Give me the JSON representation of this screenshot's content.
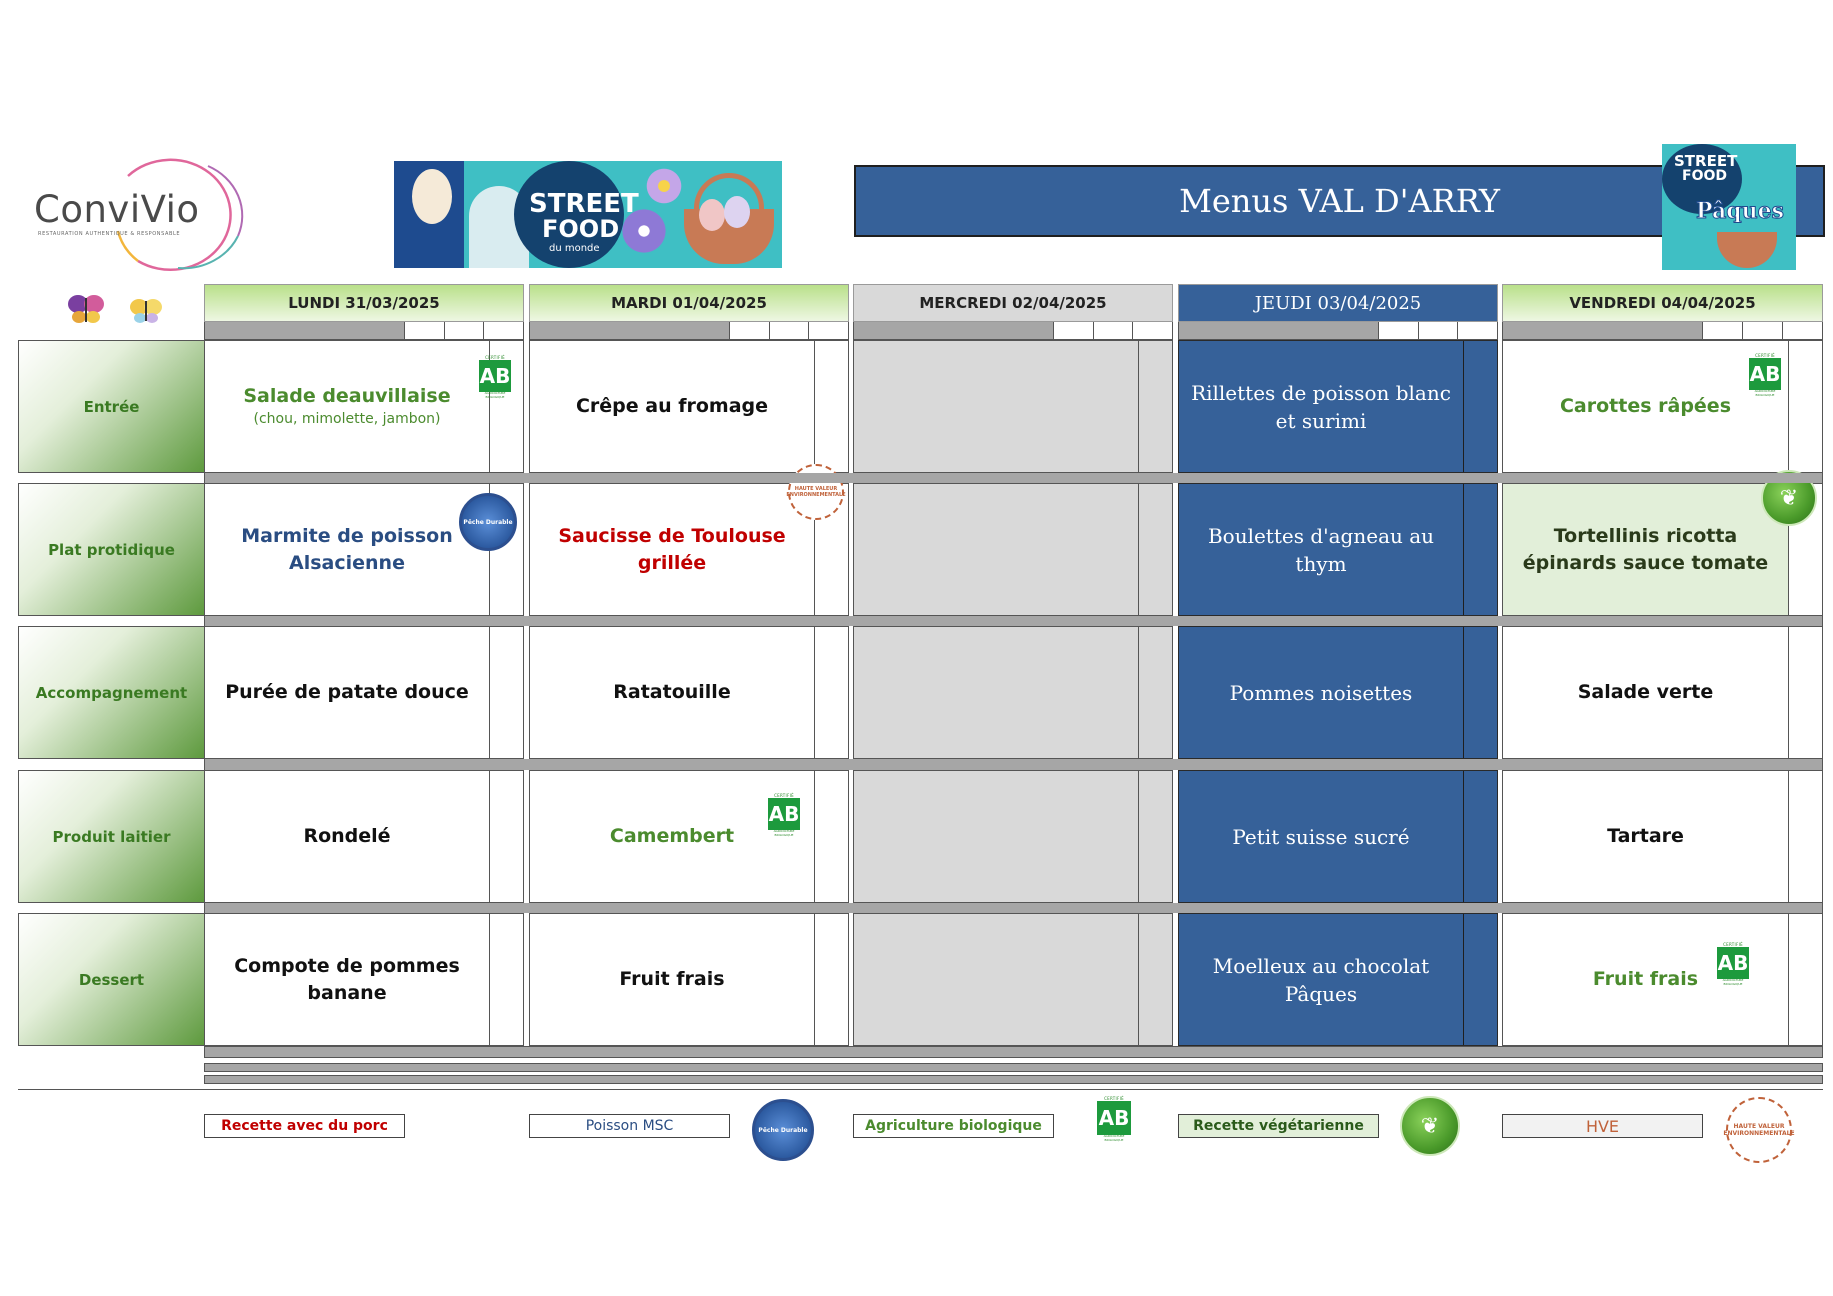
{
  "brand": {
    "name": "ConviVio",
    "tagline": "Restauration authentique & responsable"
  },
  "street_food": {
    "line1": "STREET",
    "line2": "FOOD",
    "line3": "du monde",
    "theme": "Pâques"
  },
  "title": "Menus VAL D'ARRY",
  "days": [
    {
      "label": "LUNDI  31/03/2025",
      "style": "green"
    },
    {
      "label": "MARDI 01/04/2025",
      "style": "green"
    },
    {
      "label": "MERCREDI 02/04/2025",
      "style": "grey"
    },
    {
      "label": "JEUDI 03/04/2025",
      "style": "blue"
    },
    {
      "label": "VENDREDI 04/04/2025",
      "style": "green"
    }
  ],
  "categories": [
    "Entrée",
    "Plat protidique",
    "Accompagnement",
    "Produit laitier",
    "Dessert"
  ],
  "menu": {
    "lundi": {
      "entree": {
        "name": "Salade deauvillaise",
        "detail": "(chou, mimolette, jambon)"
      },
      "plat": "Marmite de poisson Alsacienne",
      "accompagnement": "Purée de patate douce",
      "laitier": "Rondelé",
      "dessert": "Compote de pommes banane"
    },
    "mardi": {
      "entree": "Crêpe au fromage",
      "plat": "Saucisse de Toulouse grillée",
      "accompagnement": "Ratatouille",
      "laitier": "Camembert",
      "dessert": "Fruit frais"
    },
    "jeudi": {
      "entree": "Rillettes de poisson blanc et surimi",
      "plat": "Boulettes d'agneau au thym",
      "accompagnement": "Pommes noisettes",
      "laitier": "Petit suisse sucré",
      "dessert": "Moelleux au chocolat Pâques"
    },
    "vendredi": {
      "entree": "Carottes râpées",
      "plat": "Tortellinis ricotta épinards sauce tomate",
      "accompagnement": "Salade verte",
      "laitier": "Tartare",
      "dessert": "Fruit frais"
    }
  },
  "labels": {
    "ab": {
      "top": "CERTIFIÉ",
      "mark": "AB",
      "bottom": "AGRICULTURE BIOLOGIQUE"
    },
    "msc": "Pêche Durable",
    "hve": "HAUTE VALEUR ENVIRONNEMENTALE"
  },
  "legend": [
    {
      "label": "Recette avec du porc",
      "color": "#c00000",
      "bg": "#ffffff"
    },
    {
      "label": "Poisson MSC",
      "color": "#2a4d82",
      "bg": "#ffffff"
    },
    {
      "label": "Agriculture biologique",
      "color": "#4b8b2e",
      "bg": "#ffffff"
    },
    {
      "label": "Recette végétarienne",
      "color": "#2a5a1a",
      "bg": "#e2efd9"
    },
    {
      "label": "HVE",
      "color": "#c0623a",
      "bg": "#f2f2f2"
    }
  ],
  "colors": {
    "blue": "#366199",
    "green": "#4b8b2e",
    "red": "#c00000",
    "grey": "#d9d9d9"
  }
}
